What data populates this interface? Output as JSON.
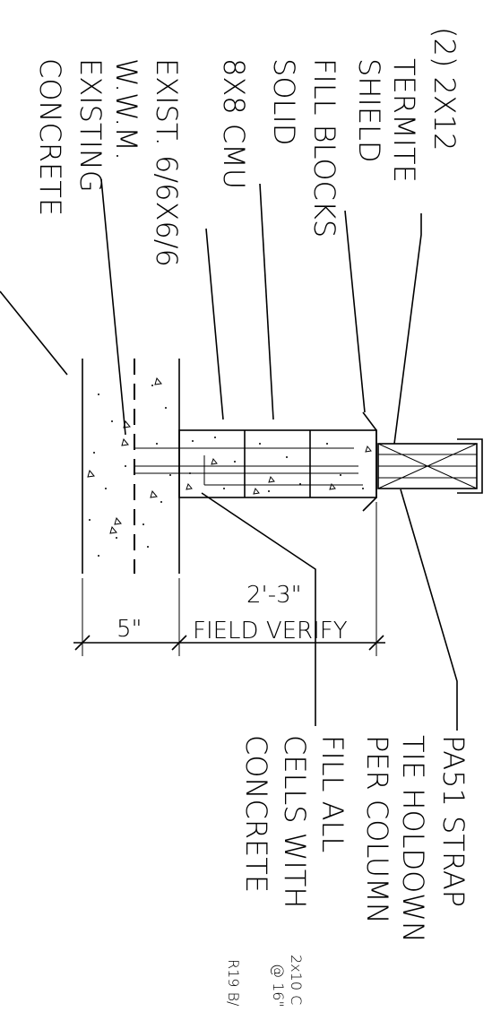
{
  "labels": {
    "two_2x12": "(2) 2X12",
    "termite": "TERMITE",
    "shield": "SHIELD",
    "fill_blocks": "FILL BLOCKS",
    "solid": "SOLID",
    "cmu": "8X8 CMU",
    "exist_mesh": "EXIST. 6/6X6/6",
    "wwm": "W.W.M.",
    "existing": "EXISTING",
    "concrete_left": "CONCRETE",
    "pa51": "PA51 STRAP",
    "tie_holdown": "TIE HOLDOWN",
    "per_column": "PER COLUMN",
    "fill_all": "FILL ALL",
    "cells_with": "CELLS WITH",
    "concrete_right": "CONCRETE",
    "small_2x10": "2x10 C",
    "small_16": "@ 16\"",
    "r19": "R19 B/"
  },
  "dimensions": {
    "depth": "5\"",
    "height": "2'-3\"",
    "field_verify": "FIELD VERIFY"
  }
}
